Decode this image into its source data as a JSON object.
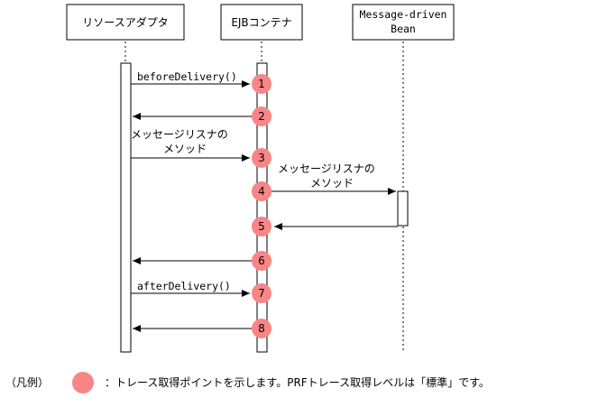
{
  "participants": [
    {
      "key": "adapter",
      "label_lines": [
        "リソースアダプタ"
      ]
    },
    {
      "key": "ejb",
      "label_lines": [
        "EJBコンテナ"
      ]
    },
    {
      "key": "mdb",
      "label_lines": [
        "Message-driven",
        "Bean"
      ]
    }
  ],
  "messages": [
    {
      "label_lines": [
        "beforeDelivery()"
      ],
      "point": "1"
    },
    {
      "label_lines": [],
      "point": "2"
    },
    {
      "label_lines": [
        "メッセージリスナの",
        "メソッド"
      ],
      "point": "3"
    },
    {
      "label_lines": [
        "メッセージリスナの",
        "メソッド"
      ],
      "point": "4"
    },
    {
      "label_lines": [],
      "point": "5"
    },
    {
      "label_lines": [],
      "point": "6"
    },
    {
      "label_lines": [
        "afterDelivery()"
      ],
      "point": "7"
    },
    {
      "label_lines": [],
      "point": "8"
    }
  ],
  "legend": {
    "title": "（凡例）",
    "text": "：トレース取得ポイントを示します。PRFトレース取得レベルは「標準」です。"
  },
  "colors": {
    "trace_point": "#f98585",
    "line": "#000000",
    "background": "#ffffff"
  }
}
